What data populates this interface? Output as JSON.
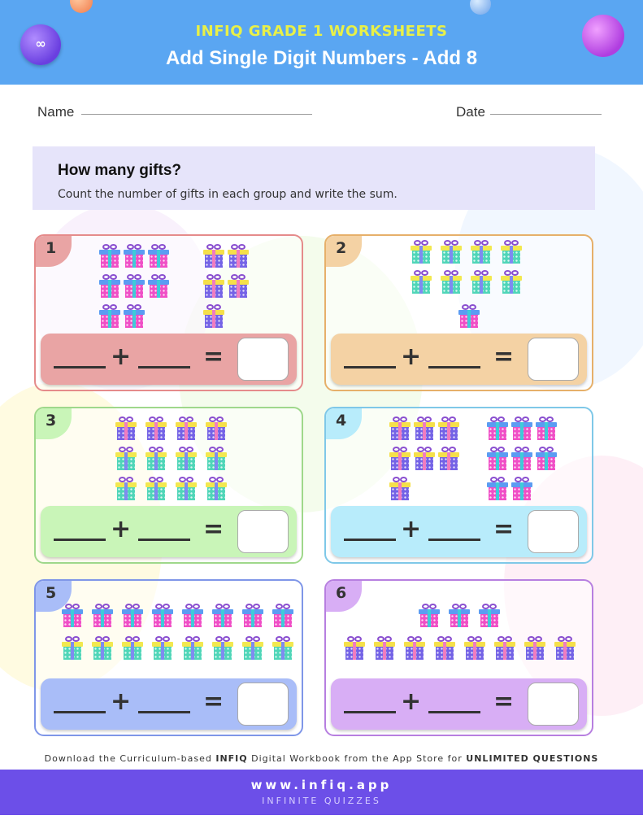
{
  "header": {
    "logo_text": "∞",
    "subtitle": "INFIQ GRADE 1 WORKSHEETS",
    "title": "Add Single Digit Numbers - Add 8"
  },
  "form": {
    "name_label": "Name",
    "date_label": "Date"
  },
  "instructions": {
    "heading": "How many gifts?",
    "text": "Count the number of gifts in each group and write the sum."
  },
  "operators": {
    "plus": "+",
    "equals": "="
  },
  "problems": [
    {
      "number": "1",
      "group_a": 8,
      "group_b": 5,
      "color_a": "pink",
      "color_b": "purple",
      "accent": "#e9a4a4",
      "border": "#e58b8b"
    },
    {
      "number": "2",
      "group_a": 8,
      "group_b": 1,
      "color_a": "teal",
      "color_b": "pink",
      "accent": "#f4d2a4",
      "border": "#e6b06a"
    },
    {
      "number": "3",
      "group_a": 4,
      "group_b": 8,
      "color_a": "purple",
      "color_b": "teal",
      "accent": "#c9f5b8",
      "border": "#9fd88b"
    },
    {
      "number": "4",
      "group_a": 7,
      "group_b": 8,
      "color_a": "purple",
      "color_b": "pink",
      "accent": "#b8ecfb",
      "border": "#7fc8e8"
    },
    {
      "number": "5",
      "group_a": 8,
      "group_b": 8,
      "color_a": "pink",
      "color_b": "teal",
      "accent": "#a9bdf8",
      "border": "#7f96e8"
    },
    {
      "number": "6",
      "group_a": 3,
      "group_b": 8,
      "color_a": "pink",
      "color_b": "purple",
      "accent": "#d8aef5",
      "border": "#b77fe0"
    }
  ],
  "footer": {
    "download_pre": "Download the Curriculum-based",
    "download_brand": "INFIQ",
    "download_mid": "Digital Workbook from the App Store for",
    "download_strong": "UNLIMITED QUESTIONS",
    "url": "www.infiq.app",
    "tagline": "INFINITE QUIZZES"
  },
  "colors": {
    "header_bg": "#5aa6f2",
    "footer_bg": "#6c4fe8",
    "instructions_bg": "#e6e4fa"
  }
}
